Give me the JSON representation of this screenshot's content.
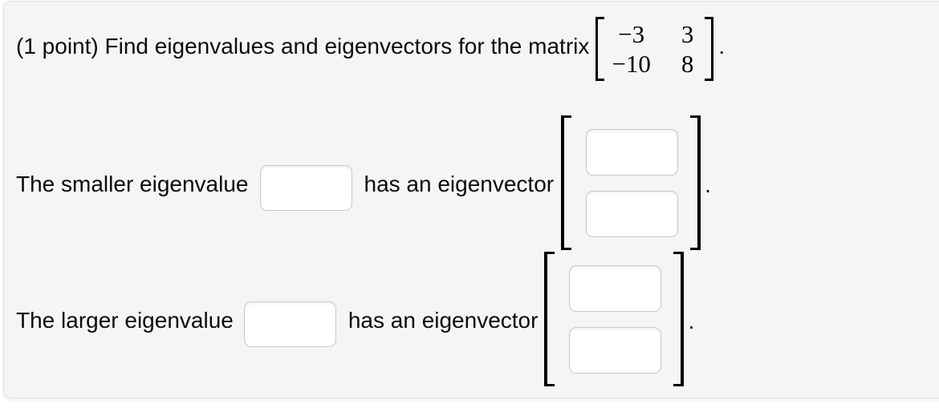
{
  "problem": {
    "intro_text": "(1 point) Find eigenvalues and eigenvectors for the matrix",
    "matrix_rows": [
      [
        "−3",
        "3"
      ],
      [
        "−10",
        "8"
      ]
    ],
    "period": "."
  },
  "smaller": {
    "label": "The smaller eigenvalue",
    "connector": "has an eigenvector",
    "eigenvalue_value": "",
    "vector_values": [
      "",
      ""
    ],
    "period": "."
  },
  "larger": {
    "label": "The larger eigenvalue",
    "connector": "has an eigenvector",
    "eigenvalue_value": "",
    "vector_values": [
      "",
      ""
    ],
    "period": "."
  },
  "colors": {
    "card_background": "#f5f5f6",
    "card_border": "#e0e0e0",
    "input_border": "#c9c9c9",
    "text": "#0c0c0c",
    "bracket": "#000000"
  }
}
